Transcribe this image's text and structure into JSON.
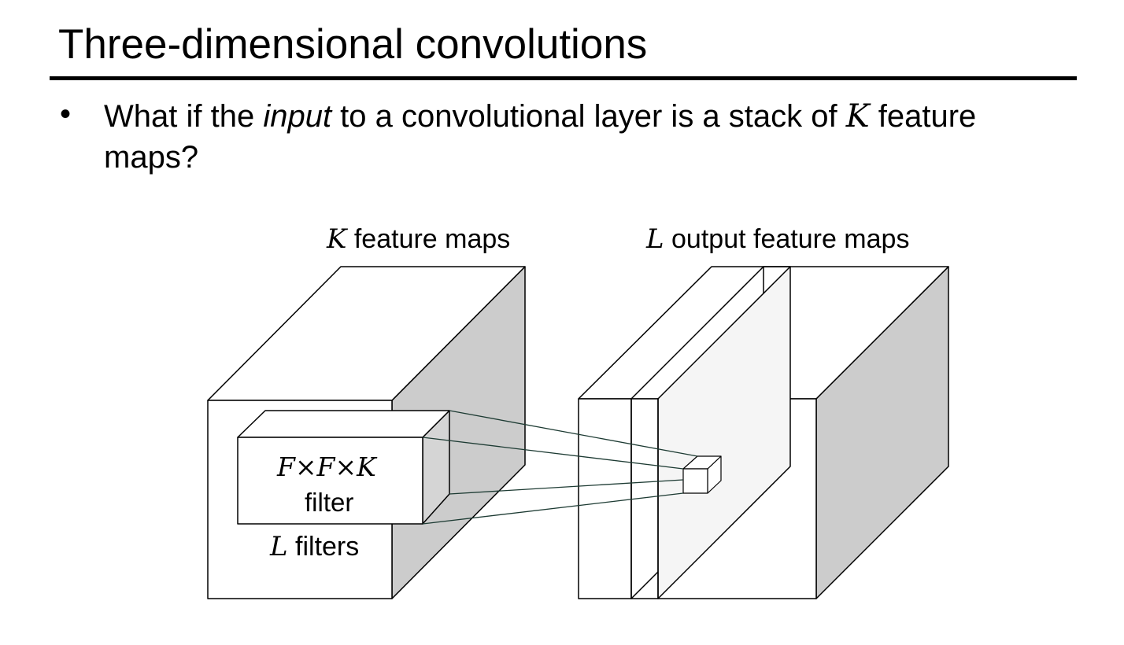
{
  "slide": {
    "title": "Three-dimensional convolutions",
    "bullet": {
      "marker": "•",
      "text_before": "What if the ",
      "text_emph": "input",
      "text_middle": " to a convolutional layer is a stack of ",
      "text_var": "K",
      "text_after": " feature maps?"
    }
  },
  "diagram": {
    "input_label": {
      "var": "K",
      "text": " feature maps"
    },
    "output_label": {
      "var": "L",
      "text": " output feature maps"
    },
    "filter_label": {
      "dims": "F×F×K",
      "text": "filter"
    },
    "filters_count_label": {
      "var": "L",
      "text": " filters"
    },
    "colors": {
      "side_face": "#cccccc",
      "output_plane": "#f5f5f5",
      "stroke": "#000000",
      "connector": "#1d3b33"
    }
  }
}
